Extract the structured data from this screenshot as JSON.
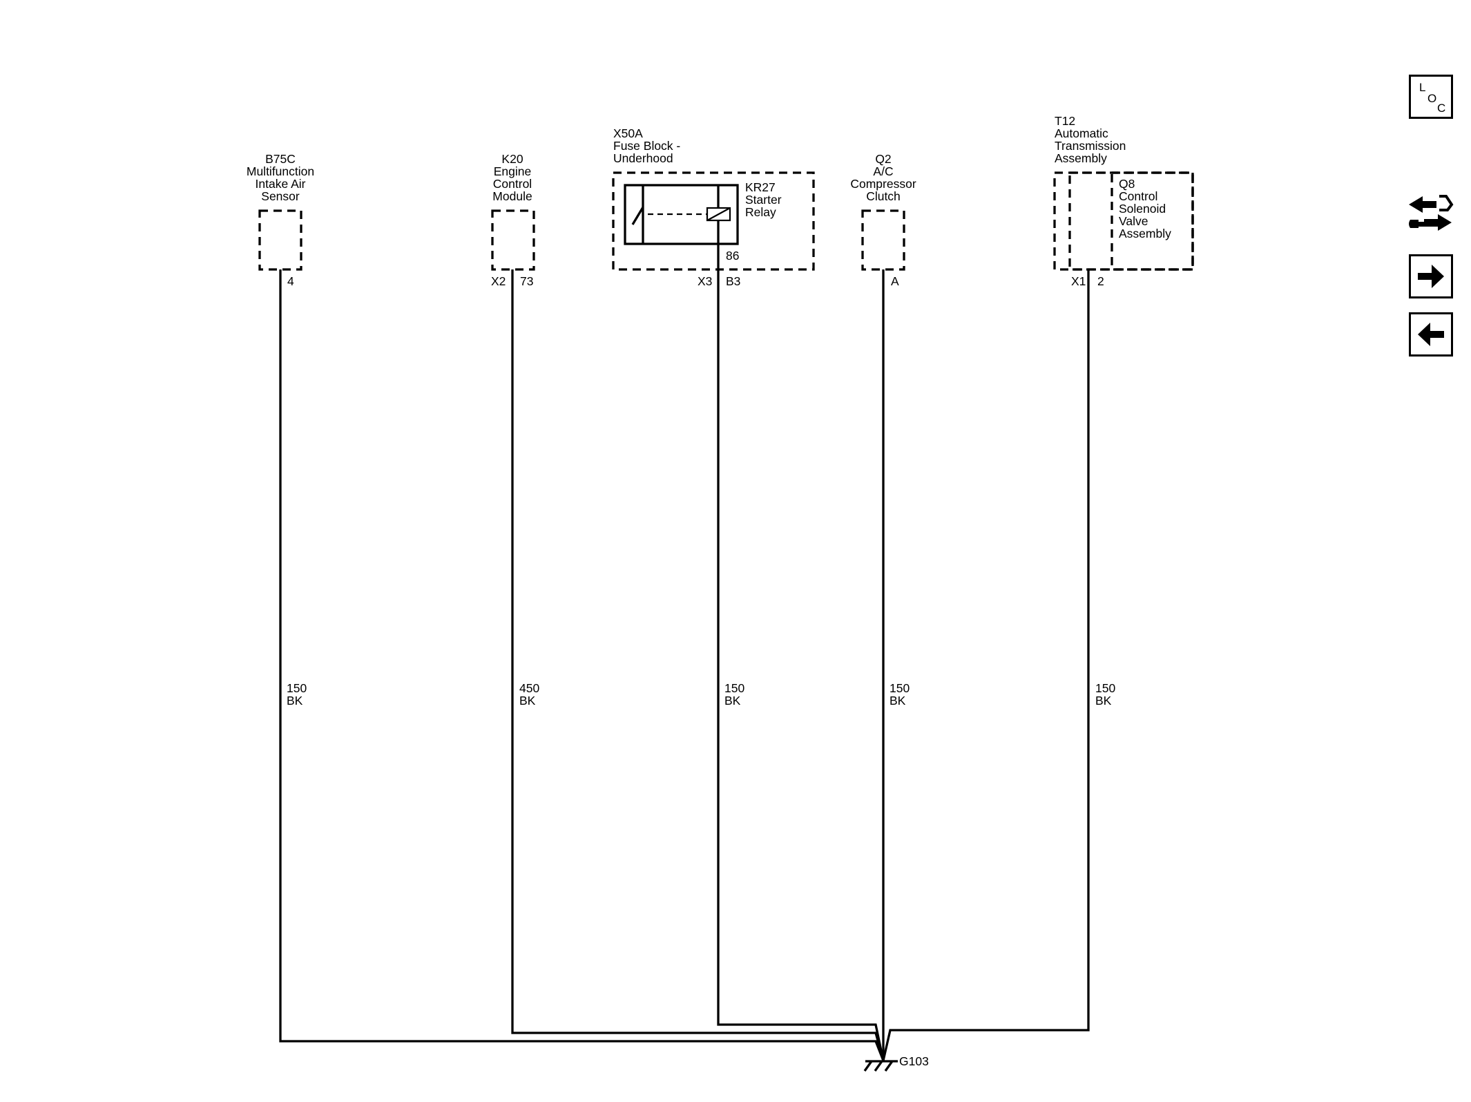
{
  "components": {
    "b75c": {
      "id": "B75C",
      "name_lines": [
        "Multifunction",
        "Intake Air",
        "Sensor"
      ],
      "pin": "4"
    },
    "k20": {
      "id": "K20",
      "name_lines": [
        "Engine",
        "Control",
        "Module"
      ],
      "connector": "X2",
      "pin": "73"
    },
    "x50a": {
      "id": "X50A",
      "name_lines": [
        "Fuse Block -",
        "Underhood"
      ],
      "connector": "X3",
      "pin": "B3",
      "relay": {
        "id": "KR27",
        "name_lines": [
          "Starter",
          "Relay"
        ],
        "terminal": "86"
      }
    },
    "q2": {
      "id": "Q2",
      "name_lines": [
        "A/C",
        "Compressor",
        "Clutch"
      ],
      "pin": "A"
    },
    "t12": {
      "id": "T12",
      "name_lines": [
        "Automatic",
        "Transmission",
        "Assembly"
      ],
      "connector": "X1",
      "pin": "2",
      "sub": {
        "id": "Q8",
        "name_lines": [
          "Control",
          "Solenoid",
          "Valve",
          "Assembly"
        ]
      }
    }
  },
  "wires": [
    {
      "size": "150",
      "color": "BK"
    },
    {
      "size": "450",
      "color": "BK"
    },
    {
      "size": "150",
      "color": "BK"
    },
    {
      "size": "150",
      "color": "BK"
    },
    {
      "size": "150",
      "color": "BK"
    }
  ],
  "ground": {
    "id": "G103"
  },
  "toolbar": {
    "loc": {
      "l": "L",
      "o": "O",
      "c": "C"
    },
    "buttons": [
      "connector-view",
      "next-page",
      "previous-page"
    ]
  }
}
